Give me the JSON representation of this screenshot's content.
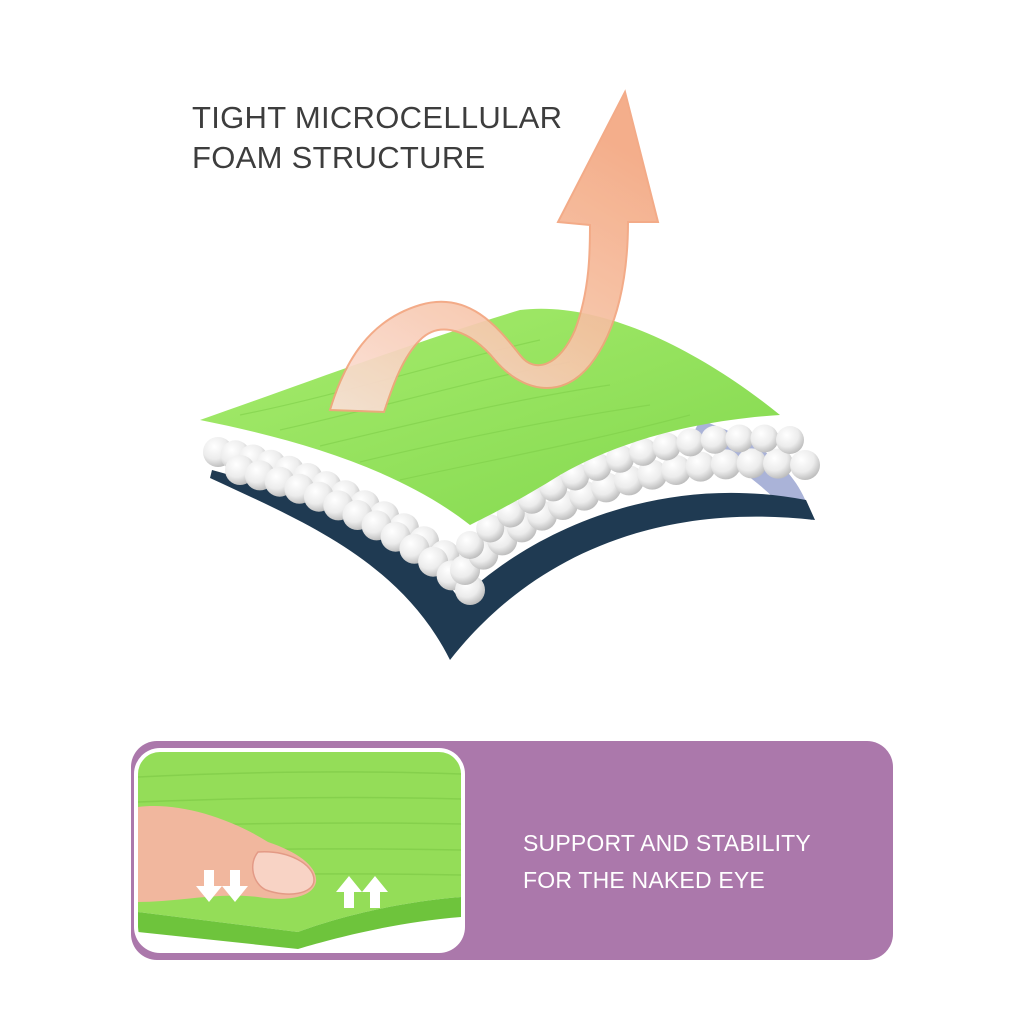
{
  "headline": {
    "line1": "TIGHT MICROCELLULAR",
    "line2": "FOAM STRUCTURE"
  },
  "banner": {
    "line1": "SUPPORT AND STABILITY",
    "line2": "FOR THE NAKED EYE"
  },
  "icons": {
    "main": "foam-layer-illustration",
    "arrow": "curved-up-arrow-icon",
    "press": "press-down-arrows-icon",
    "rebound": "rebound-up-arrows-icon"
  },
  "colors": {
    "mat_green": "#8fe05a",
    "mat_base_navy": "#1f3a52",
    "foam_balls": "#f2f2f2",
    "arrow_peach": "#f6b896",
    "banner_purple": "#ab78ab",
    "headline_text": "#3d3d3d"
  }
}
